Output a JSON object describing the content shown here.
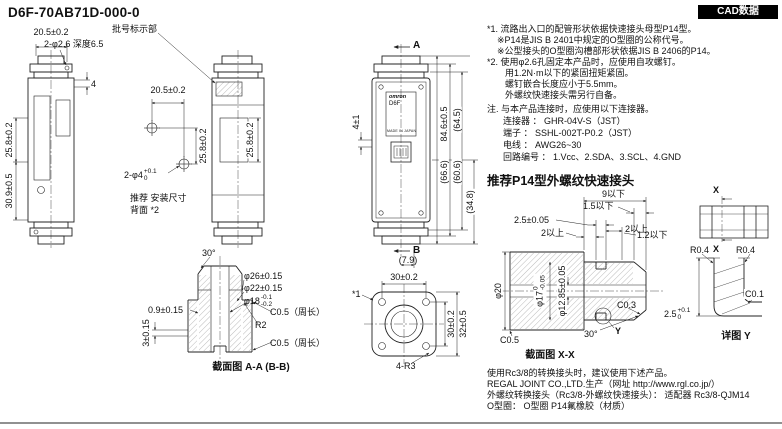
{
  "header": {
    "title": "D6F-70AB71D-000-0",
    "badge": "CAD数据"
  },
  "colors": {
    "line": "#222222",
    "badge_bg": "#000000"
  },
  "view_front": {
    "dim_width": "20.5±0.2",
    "dim_holes": "2-φ2.6 深度6.5",
    "dim_h1": "25.8±0.2",
    "dim_h2": "30.9±0.5",
    "dim_wall": "4"
  },
  "back_detail": {
    "dim_width": "20.5±0.2",
    "dim_height": "25.8±0.2",
    "holes_base": "2-φ4",
    "holes_tol_top": "+0.1",
    "holes_tol_bottom": "0",
    "caption_line1": "推荐 安装尺寸",
    "caption_line2": "背面 *2"
  },
  "view_side": {
    "batch_label": "批号标示部",
    "dim_window": "25.8±0.2"
  },
  "view_face": {
    "section_a": "A",
    "section_b": "B",
    "logo": "omron",
    "model": "D6F",
    "made_in": "MADE IN JAPAN",
    "dim_overall": "84.6±0.5",
    "dim_645": "(64.5)",
    "dim_666": "(66.6)",
    "dim_606": "(60.6)",
    "dim_348": "(34.8)",
    "dim_offset": "4±1",
    "dim_bottom": "(7.9)"
  },
  "notes": [
    "*1. 流路出入口的配管形状依据快速接头母型P14型。",
    "※P14是JIS B 2401中规定的O型圈的公称代号。",
    "※公型接头的O型圈沟槽部形状依据JIS B 2406的P14。",
    "*2. 使用φ2.6孔固定本产品时，应使用自攻螺钉。",
    "用1.2N·m以下的紧固扭矩紧固。",
    "螺钉嵌合长度应小于5.5mm。",
    "外螺纹快速接头需另行自备。"
  ],
  "connection": [
    "注. 与本产品连接时，应使用以下连接器。",
    "连接器 ： GHR-04V-S（JST）",
    "端子 ： SSHL-002T-P0.2（JST）",
    "电线 ： AWG26~30",
    "回路编号 ： 1.Vcc、2.SDA、3.SCL、4.GND"
  ],
  "p14_heading": "推荐P14型外螺纹快速接头",
  "section_aa": {
    "caption": "截面图 A-A (B-B)",
    "dim_angle": "30°",
    "dim_d26": "φ26±0.15",
    "dim_d22": "φ22±0.15",
    "dim_d18_base": "φ18",
    "dim_d18_tol_top": "-0.1",
    "dim_d18_tol_bottom": "-0.2",
    "dim_09": "0.9±0.15",
    "dim_3": "3±0.15",
    "dim_r2": "R2",
    "dim_c05a": "C0.5（周长）",
    "dim_c05b": "C0.5（周长）"
  },
  "flange": {
    "dim_w": "30±0.2",
    "dim_h": "30±0.2",
    "dim_h_outer": "32±0.5",
    "dim_corners": "4-R3",
    "ref": "*1"
  },
  "section_xx": {
    "caption": "截面图 X-X",
    "dim_9": "9以下",
    "dim_15": "1.5以下",
    "dim_25": "2.5±0.05",
    "dim_2a": "2以上",
    "dim_2b": "2以上",
    "dim_12": "1.2以下",
    "dim_d20": "φ20",
    "dim_d17_base": "φ17",
    "dim_d17_tol_top": "0",
    "dim_d17_tol_bottom": "-0.05",
    "dim_d1285": "φ12.85±0.05",
    "dim_c03": "C0.3",
    "dim_c05": "C0.5",
    "dim_angle": "30°",
    "marker_x": "X",
    "marker_y": "Y"
  },
  "detail_y": {
    "caption": "详图 Y",
    "dim_r04a": "R0.4",
    "dim_r04b": "R0.4",
    "dim_c01": "C0.1",
    "dim_25_base": "2.5",
    "dim_25_tol_top": "+0.1",
    "dim_25_tol_bottom": "0"
  },
  "footer": [
    "使用Rc3/8的转换接头时，建议使用下述产品。",
    "REGAL JOINT CO.,LTD.生产（网址 http://www.rgl.co.jp/）",
    "外螺纹转换接头（Rc3/8-外螺纹快速接头）： 适配器 Rc3/8-QJM14",
    "O型圈： O型圈 P14氟橡胶（材质）"
  ]
}
